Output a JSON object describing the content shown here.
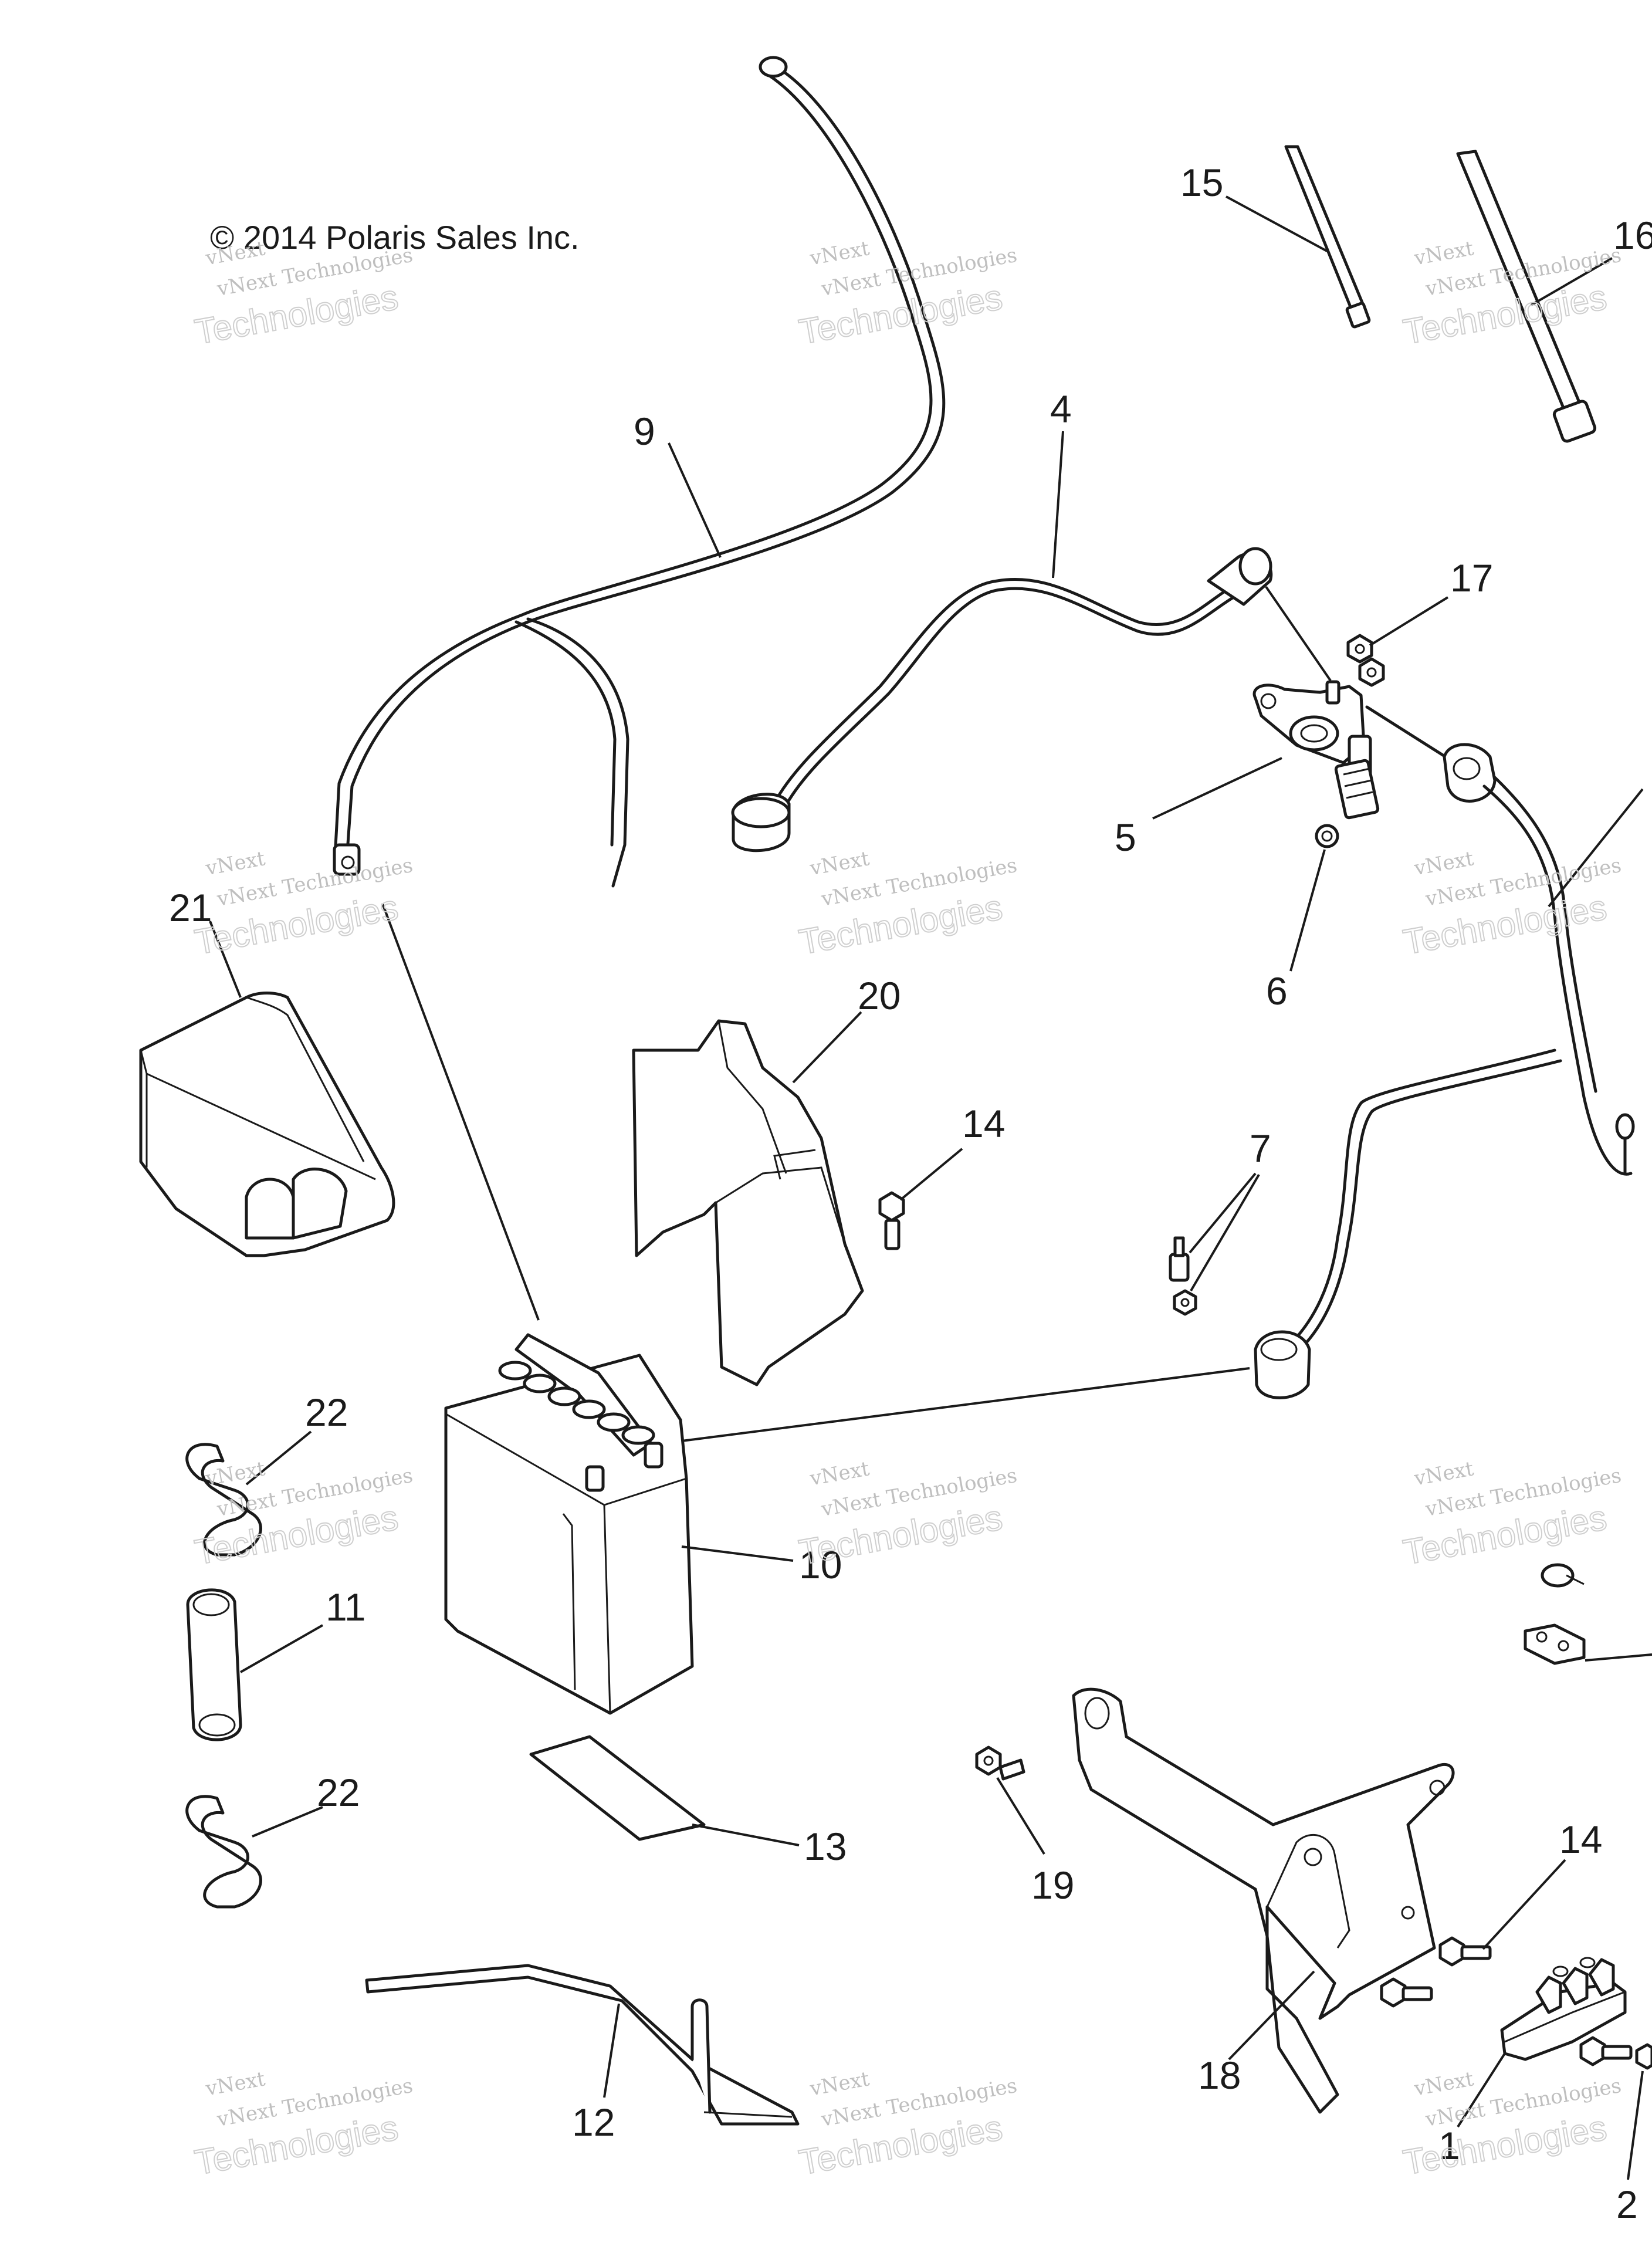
{
  "copyright": "© 2014 Polaris Sales Inc.",
  "watermark": {
    "line1": "vNext Technologies",
    "line2": "Technologies",
    "top": "vNext"
  },
  "callouts": {
    "c1": "1",
    "c2": "2",
    "c4": "4",
    "c5": "5",
    "c6": "6",
    "c7": "7",
    "c9": "9",
    "c10": "10",
    "c11": "11",
    "c12": "12",
    "c13": "13",
    "c14a": "14",
    "c14b": "14",
    "c15": "15",
    "c16": "16",
    "c17": "17",
    "c18": "18",
    "c19": "19",
    "c20": "20",
    "c21": "21",
    "c22a": "22",
    "c22b": "22"
  },
  "colors": {
    "line": "#1a1a1a",
    "background": "#ffffff",
    "watermark": "#bfbfbf"
  }
}
